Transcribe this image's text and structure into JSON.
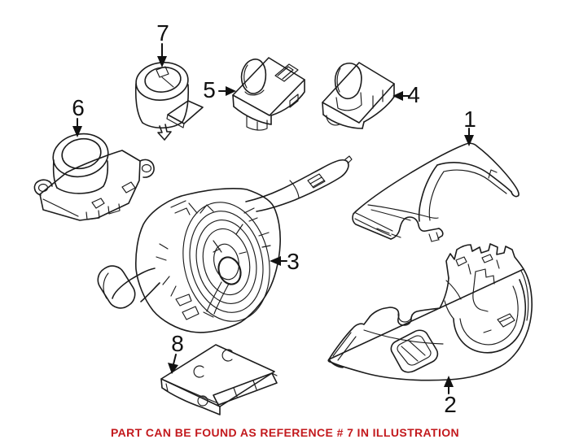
{
  "caption": {
    "text": "PART CAN BE FOUND AS REFERENCE # 7 IN ILLUSTRATION"
  },
  "labels": {
    "l1": "1",
    "l2": "2",
    "l3": "3",
    "l4": "4",
    "l5": "5",
    "l6": "6",
    "l7": "7",
    "l8": "8"
  },
  "colors": {
    "background": "#ffffff",
    "line": "#1c1c1c",
    "label": "#111111",
    "caption-red": "#c3191d"
  }
}
